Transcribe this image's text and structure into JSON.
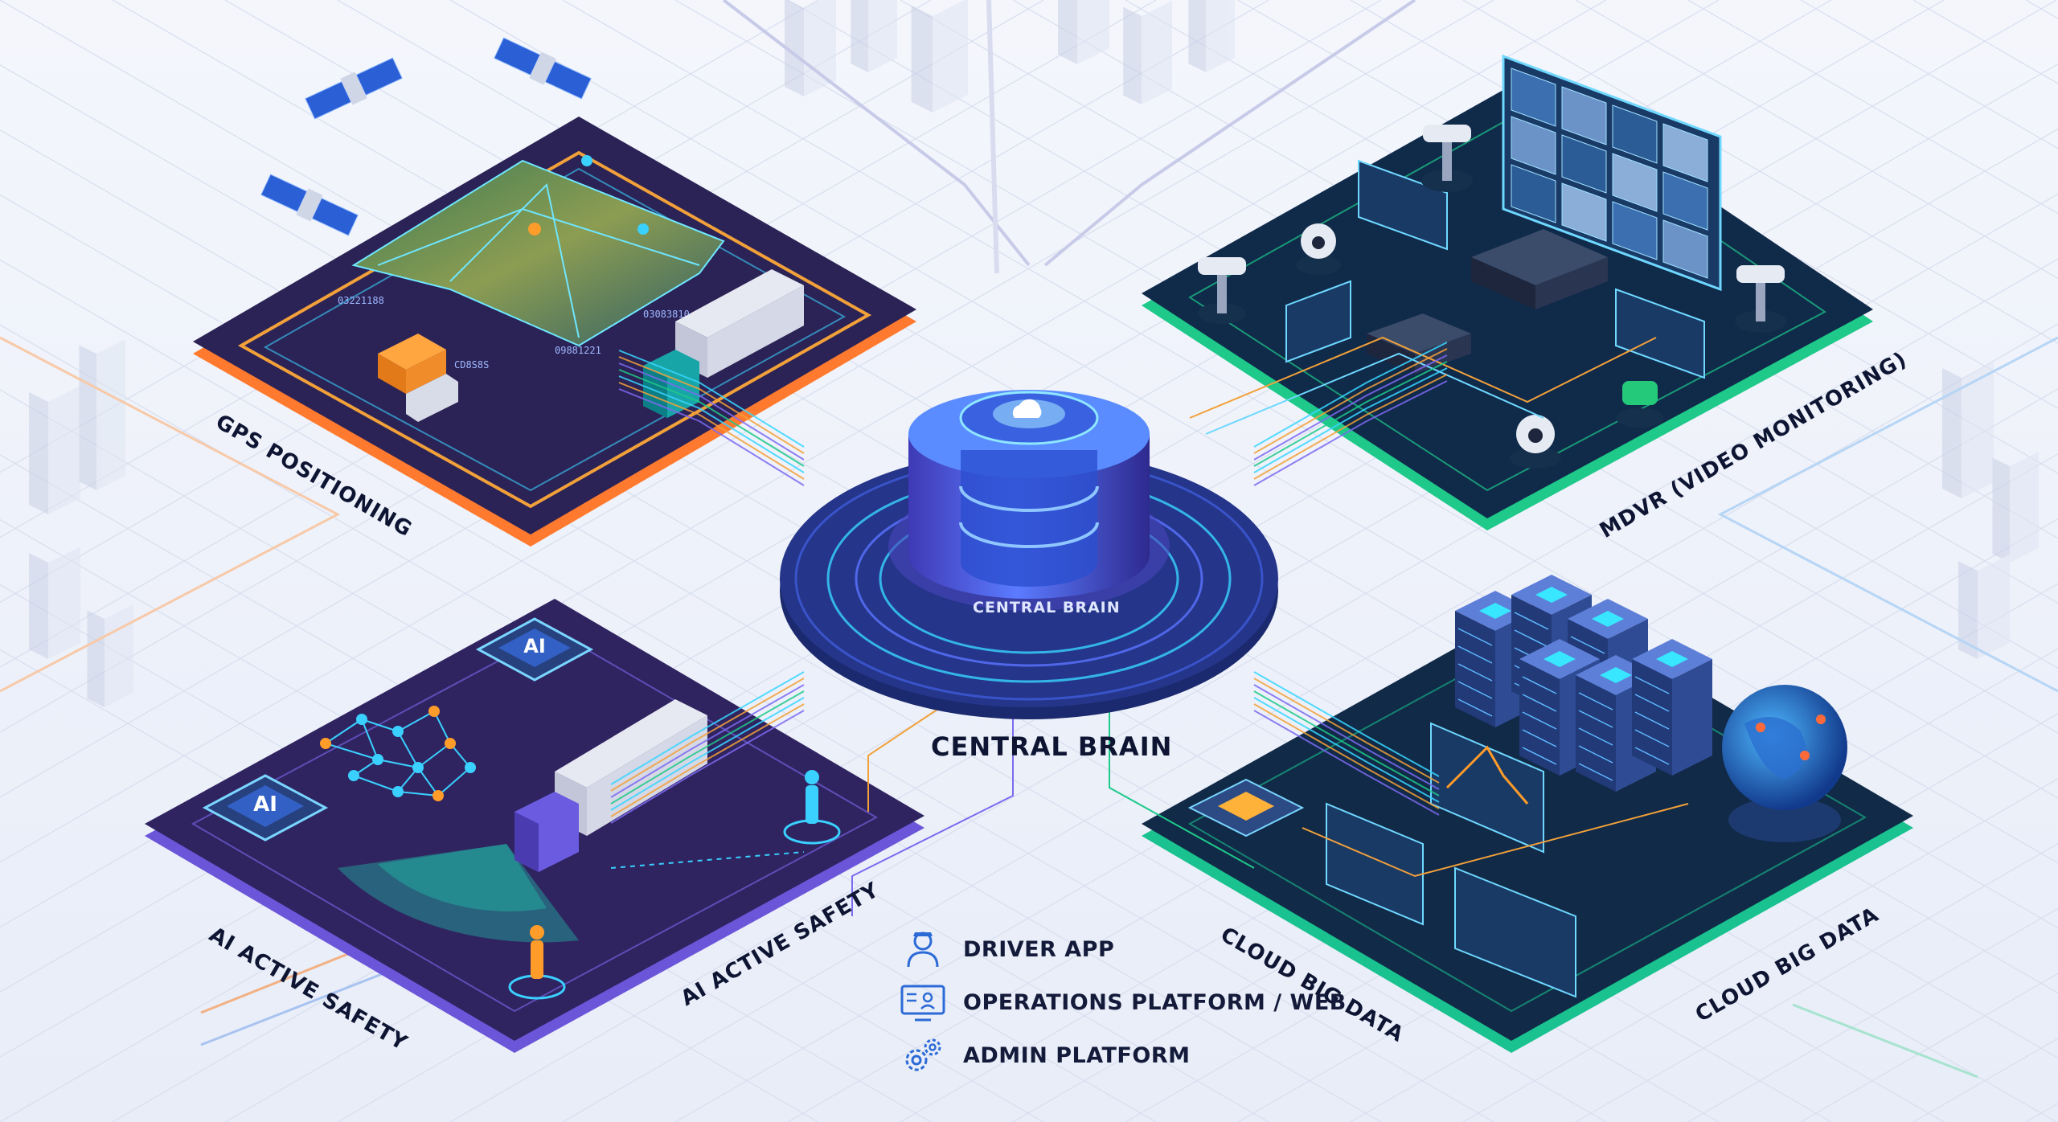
{
  "labels": {
    "gps": "GPS POSITIONING",
    "mdvr": "MDVR (VIDEO MONITORING)",
    "central_brain_small": "CENTRAL BRAIN",
    "central_brain": "CENTRAL BRAIN",
    "ai_safety_left": "AI ACTIVE SAFETY",
    "ai_safety_right": "AI ACTIVE SAFETY",
    "cloud_left": "CLOUD BIG DATA",
    "cloud_right": "CLOUD BIG DATA",
    "chip_text": "AI"
  },
  "legend": [
    {
      "icon": "driver-icon",
      "label": "DRIVER APP"
    },
    {
      "icon": "web-platform-icon",
      "label": "OPERATIONS PLATFORM / WEB"
    },
    {
      "icon": "gears-icon",
      "label": "ADMIN PLATFORM"
    }
  ],
  "map_labels": [
    "03221188",
    "CD8S8S",
    "09881221",
    "03083810"
  ],
  "colors": {
    "gps_platform": "#2b2355",
    "gps_edge": "#ff7a2e",
    "mdvr_platform": "#102a4a",
    "mdvr_edge": "#1ec98a",
    "ai_platform": "#2f2460",
    "ai_edge": "#6b55d8",
    "cloud_platform": "#112a48",
    "cloud_edge": "#19c28f",
    "hub": "#1f2a7a",
    "glow": "#38d6ff"
  }
}
